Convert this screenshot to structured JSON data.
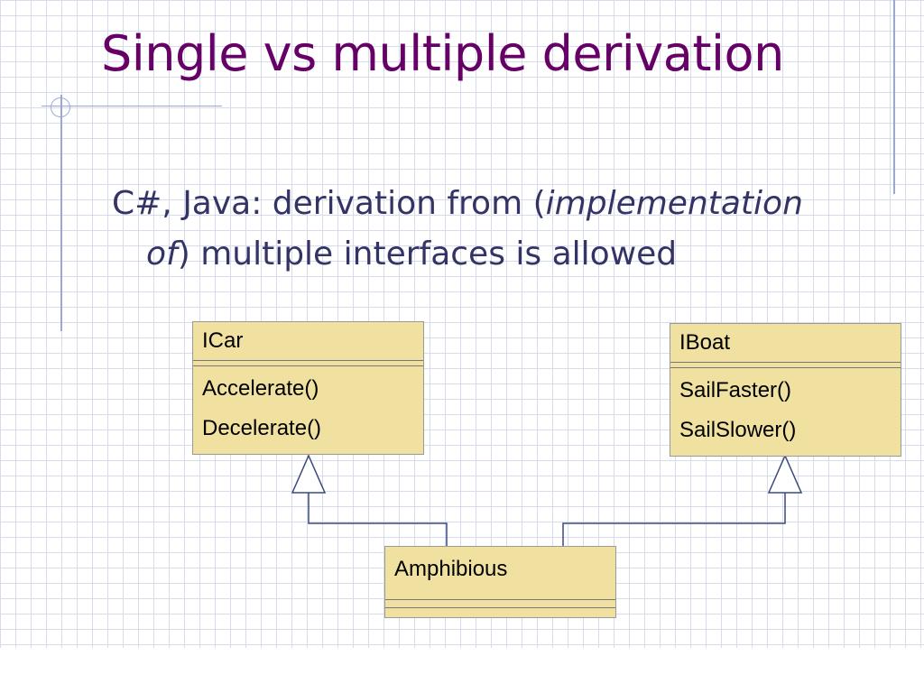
{
  "slide": {
    "title": "Single vs multiple derivation",
    "bullet": {
      "part1": "C#, Java: derivation from (",
      "italic1": "implementation",
      "italic2": "of",
      "part2": ") multiple interfaces is allowed"
    }
  },
  "diagram": {
    "icar": {
      "name": "ICar",
      "operations": [
        "Accelerate()",
        "Decelerate()"
      ]
    },
    "iboat": {
      "name": "IBoat",
      "operations": [
        "SailFaster()",
        "SailSlower()"
      ]
    },
    "amphibious": {
      "name": "Amphibious"
    }
  },
  "colors": {
    "title": "#660066",
    "text": "#333366",
    "box_fill": "#f0e1a0",
    "grid": "#d6dcec"
  }
}
